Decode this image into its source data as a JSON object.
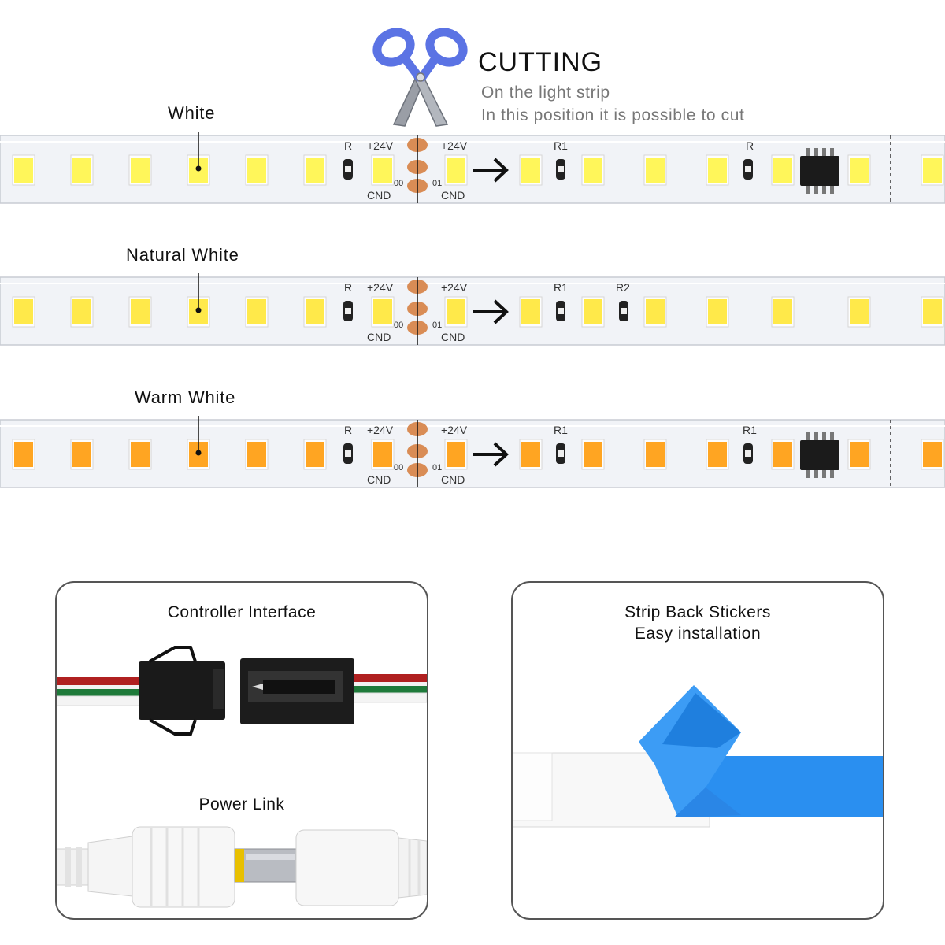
{
  "cutting": {
    "title": "CUTTING",
    "line1": "On the light strip",
    "line2": "In this position it is possible to cut"
  },
  "strips": [
    {
      "label": "White",
      "led_color": "#FFF65A",
      "has_chip": true,
      "right_resistor_label": "R"
    },
    {
      "label": "Natural White",
      "led_color": "#FFE94A",
      "has_chip": false,
      "right_resistor_label": "R2"
    },
    {
      "label": "Warm White",
      "led_color": "#FFA522",
      "has_chip": true,
      "right_resistor_label": "R1"
    }
  ],
  "strip_text": {
    "r": "R",
    "r1": "R1",
    "plus24v": "+24V",
    "cnd": "CND",
    "pad00": "00",
    "pad01": "01"
  },
  "panels": {
    "controller_interface": "Controller Interface",
    "power_link": "Power Link",
    "stickers_line1": "Strip Back Stickers",
    "stickers_line2": "Easy installation"
  },
  "colors": {
    "scissors_handle": "#5B73E4",
    "copper_pad": "#D98C55",
    "sticker_blue": "#2A8FF0",
    "cable_red": "#B02020",
    "cable_green": "#1E7A3A"
  }
}
